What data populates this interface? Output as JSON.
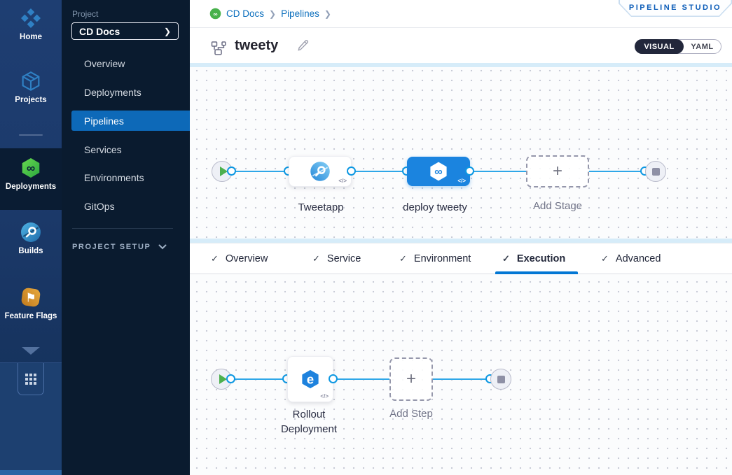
{
  "colors": {
    "rail_bg": "#1d3c6e",
    "rail_active_bg": "#0a1c33",
    "sidebar_bg": "#0a1b2f",
    "nav_active_blue": "#0d69b8",
    "accent_blue": "#0278d5",
    "link_blue": "#0a6ebd",
    "connector_blue": "#2fa7e8",
    "node_selected_blue": "#1b84df",
    "deploy_green": "#42ba47",
    "studio_text": "#0b5cb8",
    "play_green": "#4db04e"
  },
  "icons": {
    "check": "✓",
    "plus": "+",
    "infinity": "∞",
    "chevron_right": "❯",
    "code": "</>",
    "flag": "⚑",
    "rollout_e": "e"
  },
  "left_rail": {
    "items": [
      {
        "label": "Home",
        "icon": "home-icon",
        "active": false
      },
      {
        "label": "Projects",
        "icon": "projects-icon",
        "active": false
      },
      {
        "label": "Deployments",
        "icon": "deployments-icon",
        "active": true
      },
      {
        "label": "Builds",
        "icon": "builds-icon",
        "active": false
      },
      {
        "label": "Feature Flags",
        "icon": "feature-flags-icon",
        "active": false
      }
    ]
  },
  "project_sidebar": {
    "section_label": "Project",
    "project_name": "CD Docs",
    "items": [
      {
        "label": "Overview"
      },
      {
        "label": "Deployments"
      },
      {
        "label": "Pipelines"
      },
      {
        "label": "Services"
      },
      {
        "label": "Environments"
      },
      {
        "label": "GitOps"
      }
    ],
    "active_item": "Pipelines",
    "setup_label": "PROJECT SETUP"
  },
  "header": {
    "breadcrumb": {
      "crumb1": "CD Docs",
      "sep": "❯",
      "crumb2": "Pipelines"
    },
    "studio_badge": "PIPELINE STUDIO",
    "pipeline_name": "tweety",
    "view_toggle": {
      "visual": "VISUAL",
      "yaml": "YAML",
      "selected": "VISUAL"
    }
  },
  "stage_canvas": {
    "stages": [
      {
        "type": "start"
      },
      {
        "type": "stage",
        "label": "Tweetapp",
        "kind": "ci-build",
        "selected": false
      },
      {
        "type": "stage",
        "label": "deploy tweety",
        "kind": "cd-deploy",
        "selected": true
      },
      {
        "type": "add",
        "label": "Add Stage"
      },
      {
        "type": "end"
      }
    ]
  },
  "tabs": [
    {
      "label": "Overview",
      "checked": true,
      "active": false
    },
    {
      "label": "Service",
      "checked": true,
      "active": false
    },
    {
      "label": "Environment",
      "checked": true,
      "active": false
    },
    {
      "label": "Execution",
      "checked": true,
      "active": true
    },
    {
      "label": "Advanced",
      "checked": true,
      "active": false
    }
  ],
  "execution_canvas": {
    "steps": [
      {
        "type": "start"
      },
      {
        "type": "step",
        "label_line1": "Rollout",
        "label_line2": "Deployment",
        "kind": "k8s-rollout"
      },
      {
        "type": "add",
        "label": "Add Step"
      },
      {
        "type": "end"
      }
    ]
  }
}
